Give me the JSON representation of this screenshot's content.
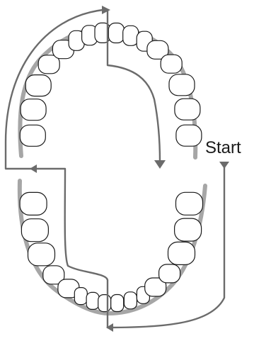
{
  "labels": {
    "start": "Start"
  },
  "colors": {
    "tooth_outline": "#1a1a1a",
    "gum_line": "#a6a6a6",
    "path_arrow": "#6b6b6b",
    "background": "#ffffff"
  },
  "upper_arch": {
    "tooth_count": 16
  },
  "lower_arch": {
    "tooth_count": 16
  }
}
